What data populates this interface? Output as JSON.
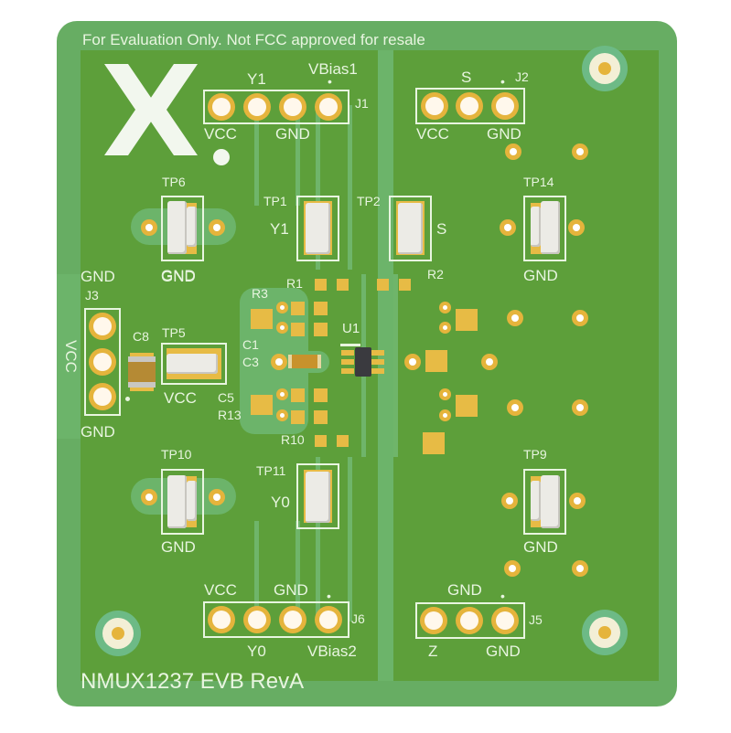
{
  "board": {
    "title": "NMUX1237 EVB RevA",
    "disclaimer": "For Evaluation Only. Not FCC approved for resale",
    "colors": {
      "soldermask_edge": "#67ad63",
      "copper_pour": "#5d9f3a",
      "silkscreen": "#e8f5e0",
      "pad_gold": "#e5b43c",
      "ic_body": "#3a3a3f"
    },
    "logo_icon": "nexperia-x-logo"
  },
  "connectors": {
    "J1": {
      "ref": "J1",
      "top_labels": [
        "Y1",
        "VBias1"
      ],
      "bottom_labels": [
        "VCC",
        "GND"
      ],
      "pins": 4
    },
    "J2": {
      "ref": "J2",
      "top_labels": [
        "S"
      ],
      "bottom_labels": [
        "VCC",
        "GND"
      ],
      "pins": 3
    },
    "J3": {
      "ref": "J3",
      "top_label": "GND",
      "side_label": "VCC",
      "bottom_label": "GND",
      "pins": 3
    },
    "J5": {
      "ref": "J5",
      "top_labels": [
        "GND"
      ],
      "bottom_labels": [
        "Z",
        "GND"
      ],
      "pins": 3
    },
    "J6": {
      "ref": "J6",
      "top_labels": [
        "VCC",
        "GND"
      ],
      "bottom_labels": [
        "Y0",
        "VBias2"
      ],
      "pins": 4
    }
  },
  "test_points": {
    "TP1": {
      "ref": "TP1",
      "net": "Y1"
    },
    "TP2": {
      "ref": "TP2",
      "net": "S"
    },
    "TP5": {
      "ref": "TP5",
      "net": "VCC"
    },
    "TP6": {
      "ref": "TP6",
      "net": "GND"
    },
    "TP9": {
      "ref": "TP9",
      "net": "GND"
    },
    "TP10": {
      "ref": "TP10",
      "net": "GND"
    },
    "TP11": {
      "ref": "TP11",
      "net": "Y0"
    },
    "TP14": {
      "ref": "TP14",
      "net": "GND"
    }
  },
  "components": {
    "U1": "U1",
    "R1": "R1",
    "R2": "R2",
    "R3": "R3",
    "R10": "R10",
    "R13": "R13",
    "C1": "C1",
    "C3": "C3",
    "C5": "C5",
    "C8": "C8",
    "tp5_gnd": "GND"
  }
}
